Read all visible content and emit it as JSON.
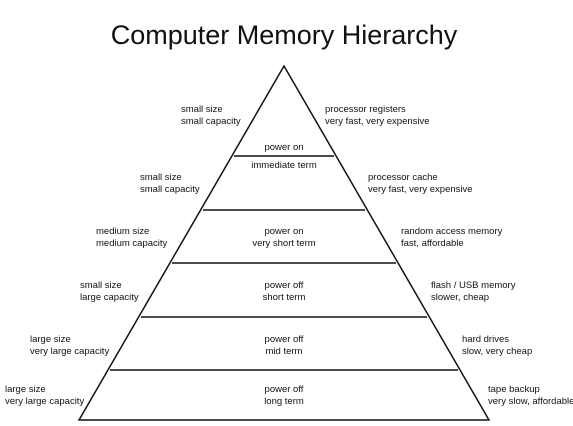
{
  "title": "Computer Memory Hierarchy",
  "levels": [
    {
      "center": [
        "power on",
        "immediate term"
      ],
      "left": [
        "small size",
        "small capacity"
      ],
      "right": [
        "processor registers",
        "very fast, very expensive"
      ]
    },
    {
      "center": [
        "",
        ""
      ],
      "left": [
        "small size",
        "small capacity"
      ],
      "right": [
        "processor cache",
        "very fast, very expensive"
      ]
    },
    {
      "center": [
        "power on",
        "very short term"
      ],
      "left": [
        "medium size",
        "medium capacity"
      ],
      "right": [
        "random access memory",
        "fast, affordable"
      ]
    },
    {
      "center": [
        "power off",
        "short term"
      ],
      "left": [
        "small size",
        "large capacity"
      ],
      "right": [
        "flash / USB memory",
        "slower, cheap"
      ]
    },
    {
      "center": [
        "power off",
        "mid term"
      ],
      "left": [
        "large size",
        "very large capacity"
      ],
      "right": [
        "hard drives",
        "slow, very cheap"
      ]
    },
    {
      "center": [
        "power off",
        "long term"
      ],
      "left": [
        "large size",
        "very large capacity"
      ],
      "right": [
        "tape backup",
        "very slow, affordable"
      ]
    }
  ]
}
